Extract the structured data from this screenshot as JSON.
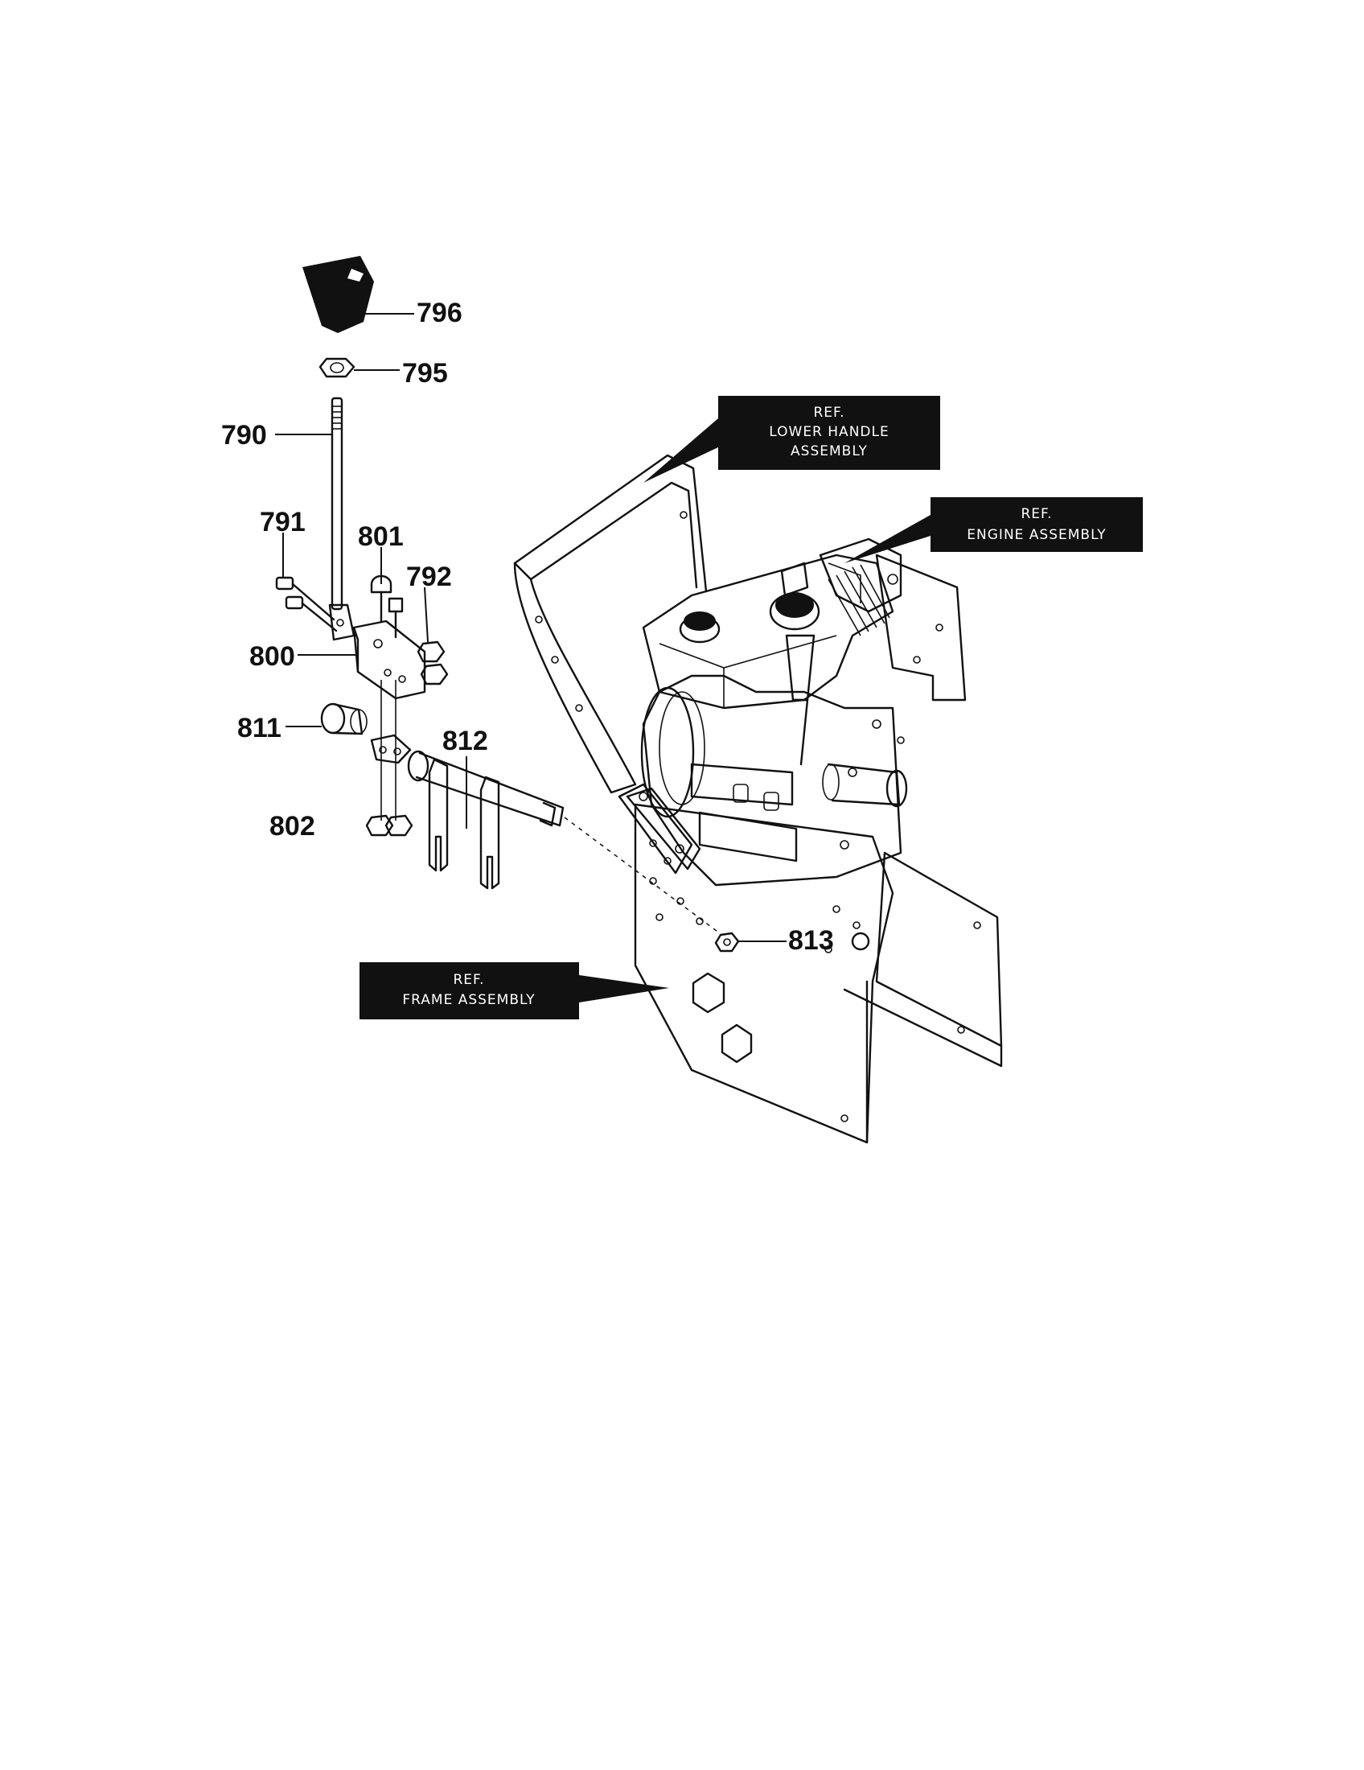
{
  "parts": {
    "p796": "796",
    "p795": "795",
    "p790": "790",
    "p791": "791",
    "p801": "801",
    "p792": "792",
    "p800": "800",
    "p811": "811",
    "p812": "812",
    "p802": "802",
    "p813": "813"
  },
  "refs": {
    "lower_handle": {
      "line1": "REF.",
      "line2": "LOWER HANDLE",
      "line3": "ASSEMBLY"
    },
    "engine": {
      "line1": "REF.",
      "line2": "ENGINE ASSEMBLY"
    },
    "frame": {
      "line1": "REF.",
      "line2": "FRAME ASSEMBLY"
    }
  },
  "colors": {
    "ink": "#111111",
    "paper": "#ffffff",
    "label_bg": "#111111"
  }
}
